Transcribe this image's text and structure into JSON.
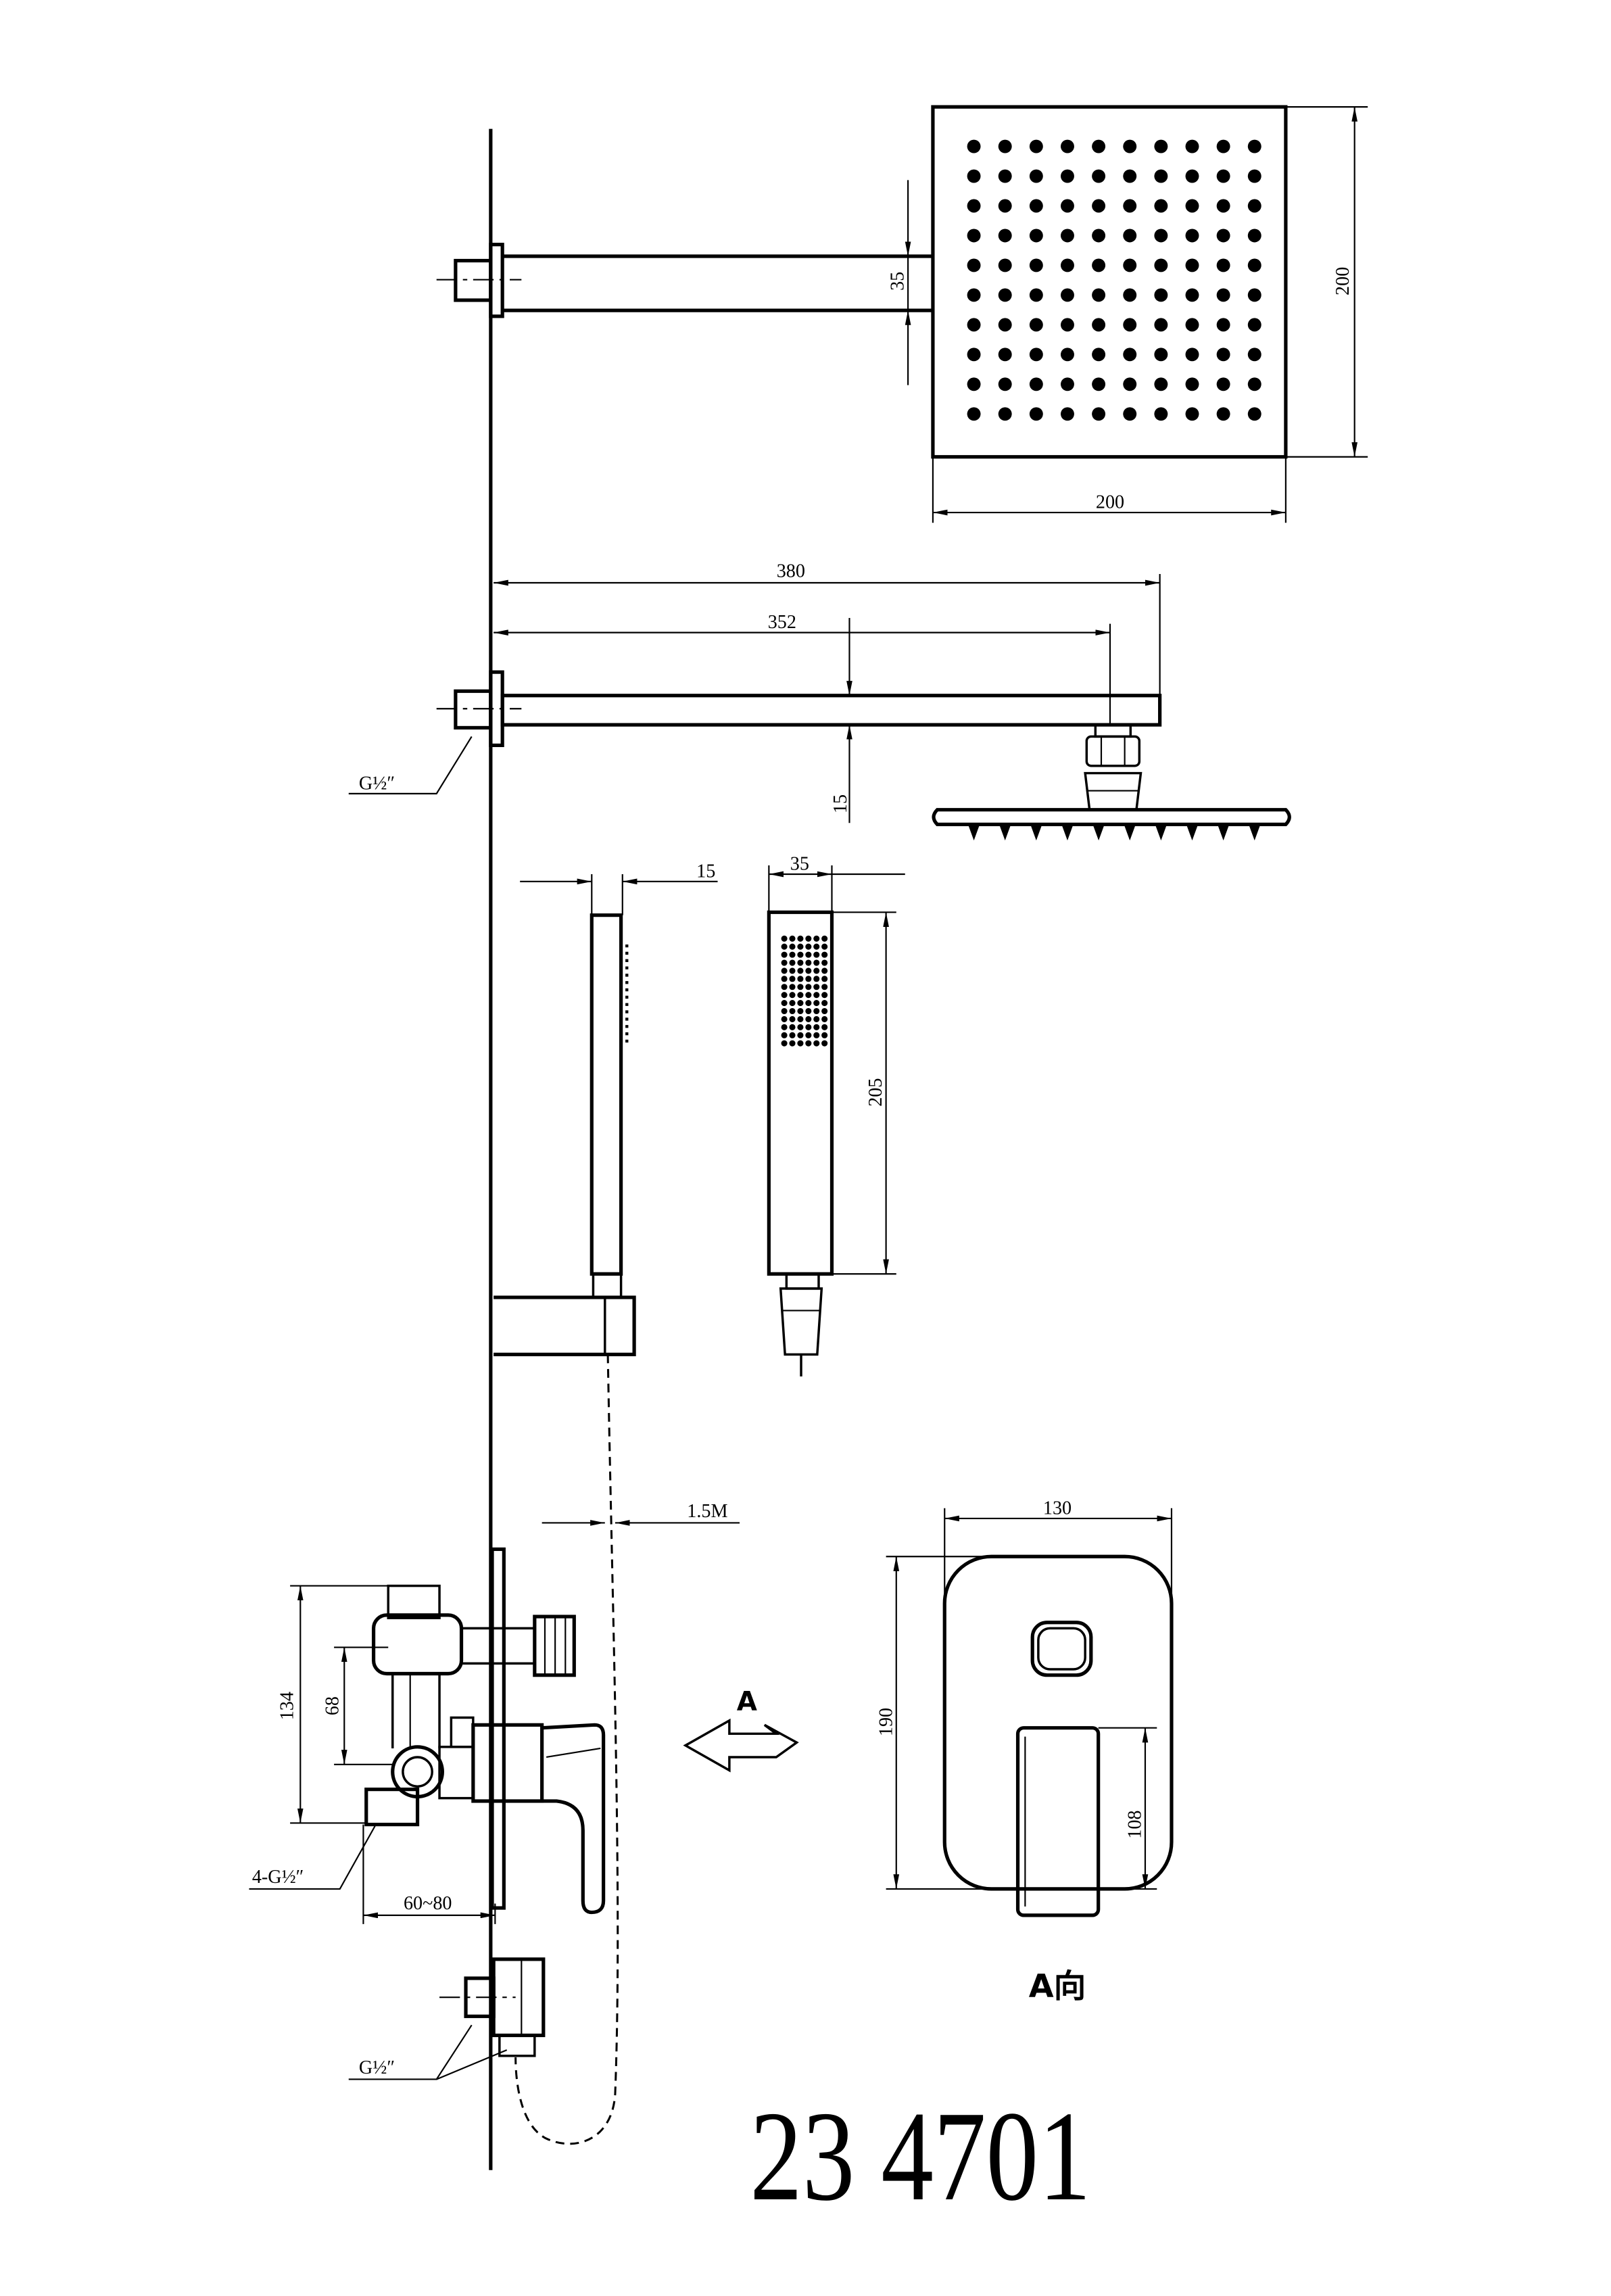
{
  "rain_head": {
    "arm_thickness": "35",
    "height": "200",
    "width": "200"
  },
  "shower_arm": {
    "overall_length": "380",
    "arm_length": "352",
    "head_thickness": "15",
    "wall_thread": "G½″"
  },
  "hand_shower": {
    "thickness": "15",
    "width": "35",
    "length": "205",
    "hose_length": "1.5M"
  },
  "mixer": {
    "height": "134",
    "inlet_spacing": "68",
    "inlet_thread": "4-G½″",
    "depth": "60~80"
  },
  "view_a": {
    "arrow_label": "A",
    "plate_width": "130",
    "plate_height": "190",
    "handle_height": "108",
    "caption": "A向"
  },
  "outlet": {
    "thread": "G½″"
  },
  "model_number": "23 4701"
}
